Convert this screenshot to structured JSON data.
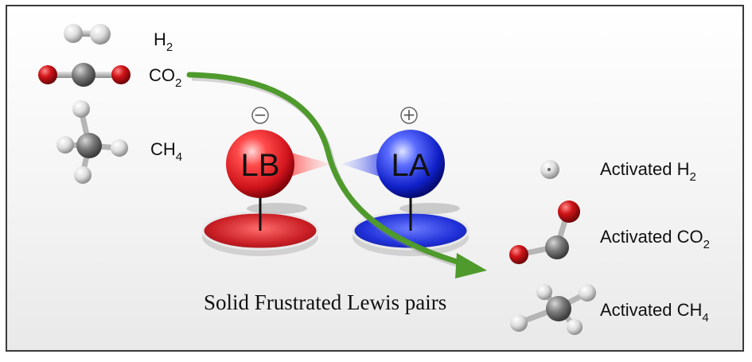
{
  "reactants": {
    "h2": "H",
    "h2_sub": "2",
    "co2": "CO",
    "co2_sub": "2",
    "ch4": "CH",
    "ch4_sub": "4"
  },
  "sites": {
    "lewis_base": "LB",
    "lewis_acid": "LA",
    "base_charge": "−",
    "acid_charge": "+"
  },
  "caption": "Solid Frustrated Lewis pairs",
  "products": {
    "h2": "Activated H",
    "h2_sub": "2",
    "co2": "Activated CO",
    "co2_sub": "2",
    "ch4": "Activated CH",
    "ch4_sub": "4"
  },
  "colors": {
    "lewis_base": "#d0141c",
    "lewis_acid": "#1020c8",
    "arrow": "#4f9a2c",
    "carbon": "#6f6f6f",
    "oxygen": "#c8151a",
    "hydrogen": "#e2e2e2"
  }
}
